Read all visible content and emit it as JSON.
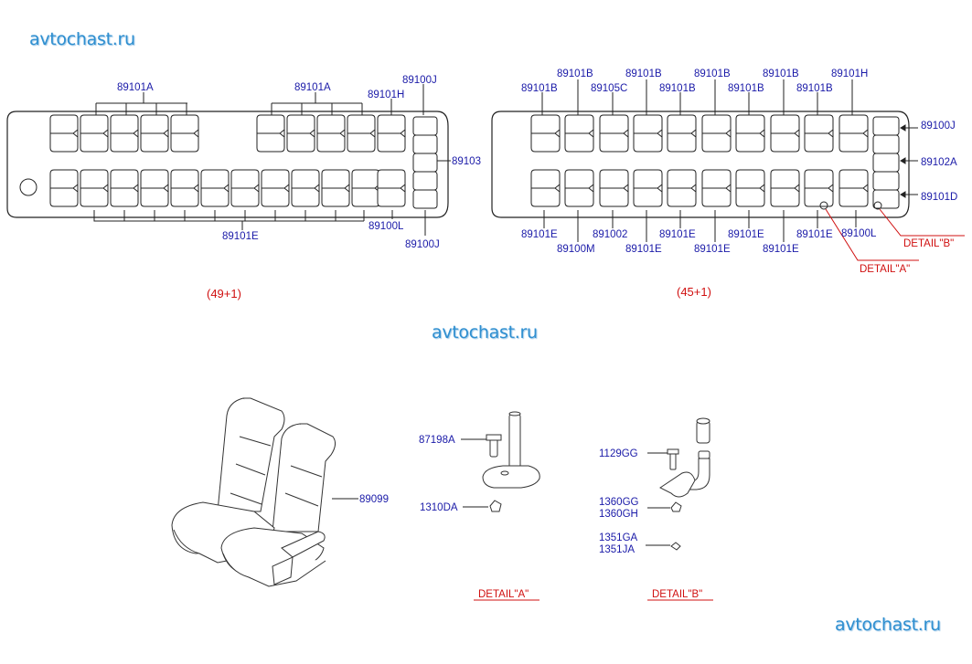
{
  "watermark": "avtochast.ru",
  "layouts": {
    "left_caption": "(49+1)",
    "right_caption": "(45+1)"
  },
  "left_labels": {
    "top_a1": "89101A",
    "top_a2": "89101A",
    "top_h": "89101H",
    "top_j": "89100J",
    "side_103": "89103",
    "bottom_e": "89101E",
    "bottom_l": "89100L",
    "bottom_j": "89100J"
  },
  "right_labels": {
    "top_upper": [
      "89101B",
      "89101B",
      "89101B",
      "89101B",
      "89101H"
    ],
    "top_lower": [
      "89101B",
      "89105C",
      "89101B",
      "89101B",
      "89101B"
    ],
    "right_side": [
      "89100J",
      "89102A",
      "89101D"
    ],
    "bottom_upper": [
      "89101E",
      "891002",
      "89101E",
      "89101E",
      "89101E",
      "89100L"
    ],
    "bottom_lower": [
      "89100M",
      "89101E",
      "89101E",
      "89101E"
    ],
    "detail_a": "DETAIL\"A\"",
    "detail_b": "DETAIL\"B\""
  },
  "seat_part": "89099",
  "detail_a": {
    "bolt": "87198A",
    "nut": "1310DA",
    "title": "DETAIL\"A\""
  },
  "detail_b": {
    "bolt": "1129GG",
    "nut": [
      "1360GG",
      "1360GH"
    ],
    "washer": [
      "1351GA",
      "1351JA"
    ],
    "title": "DETAIL\"B\""
  }
}
